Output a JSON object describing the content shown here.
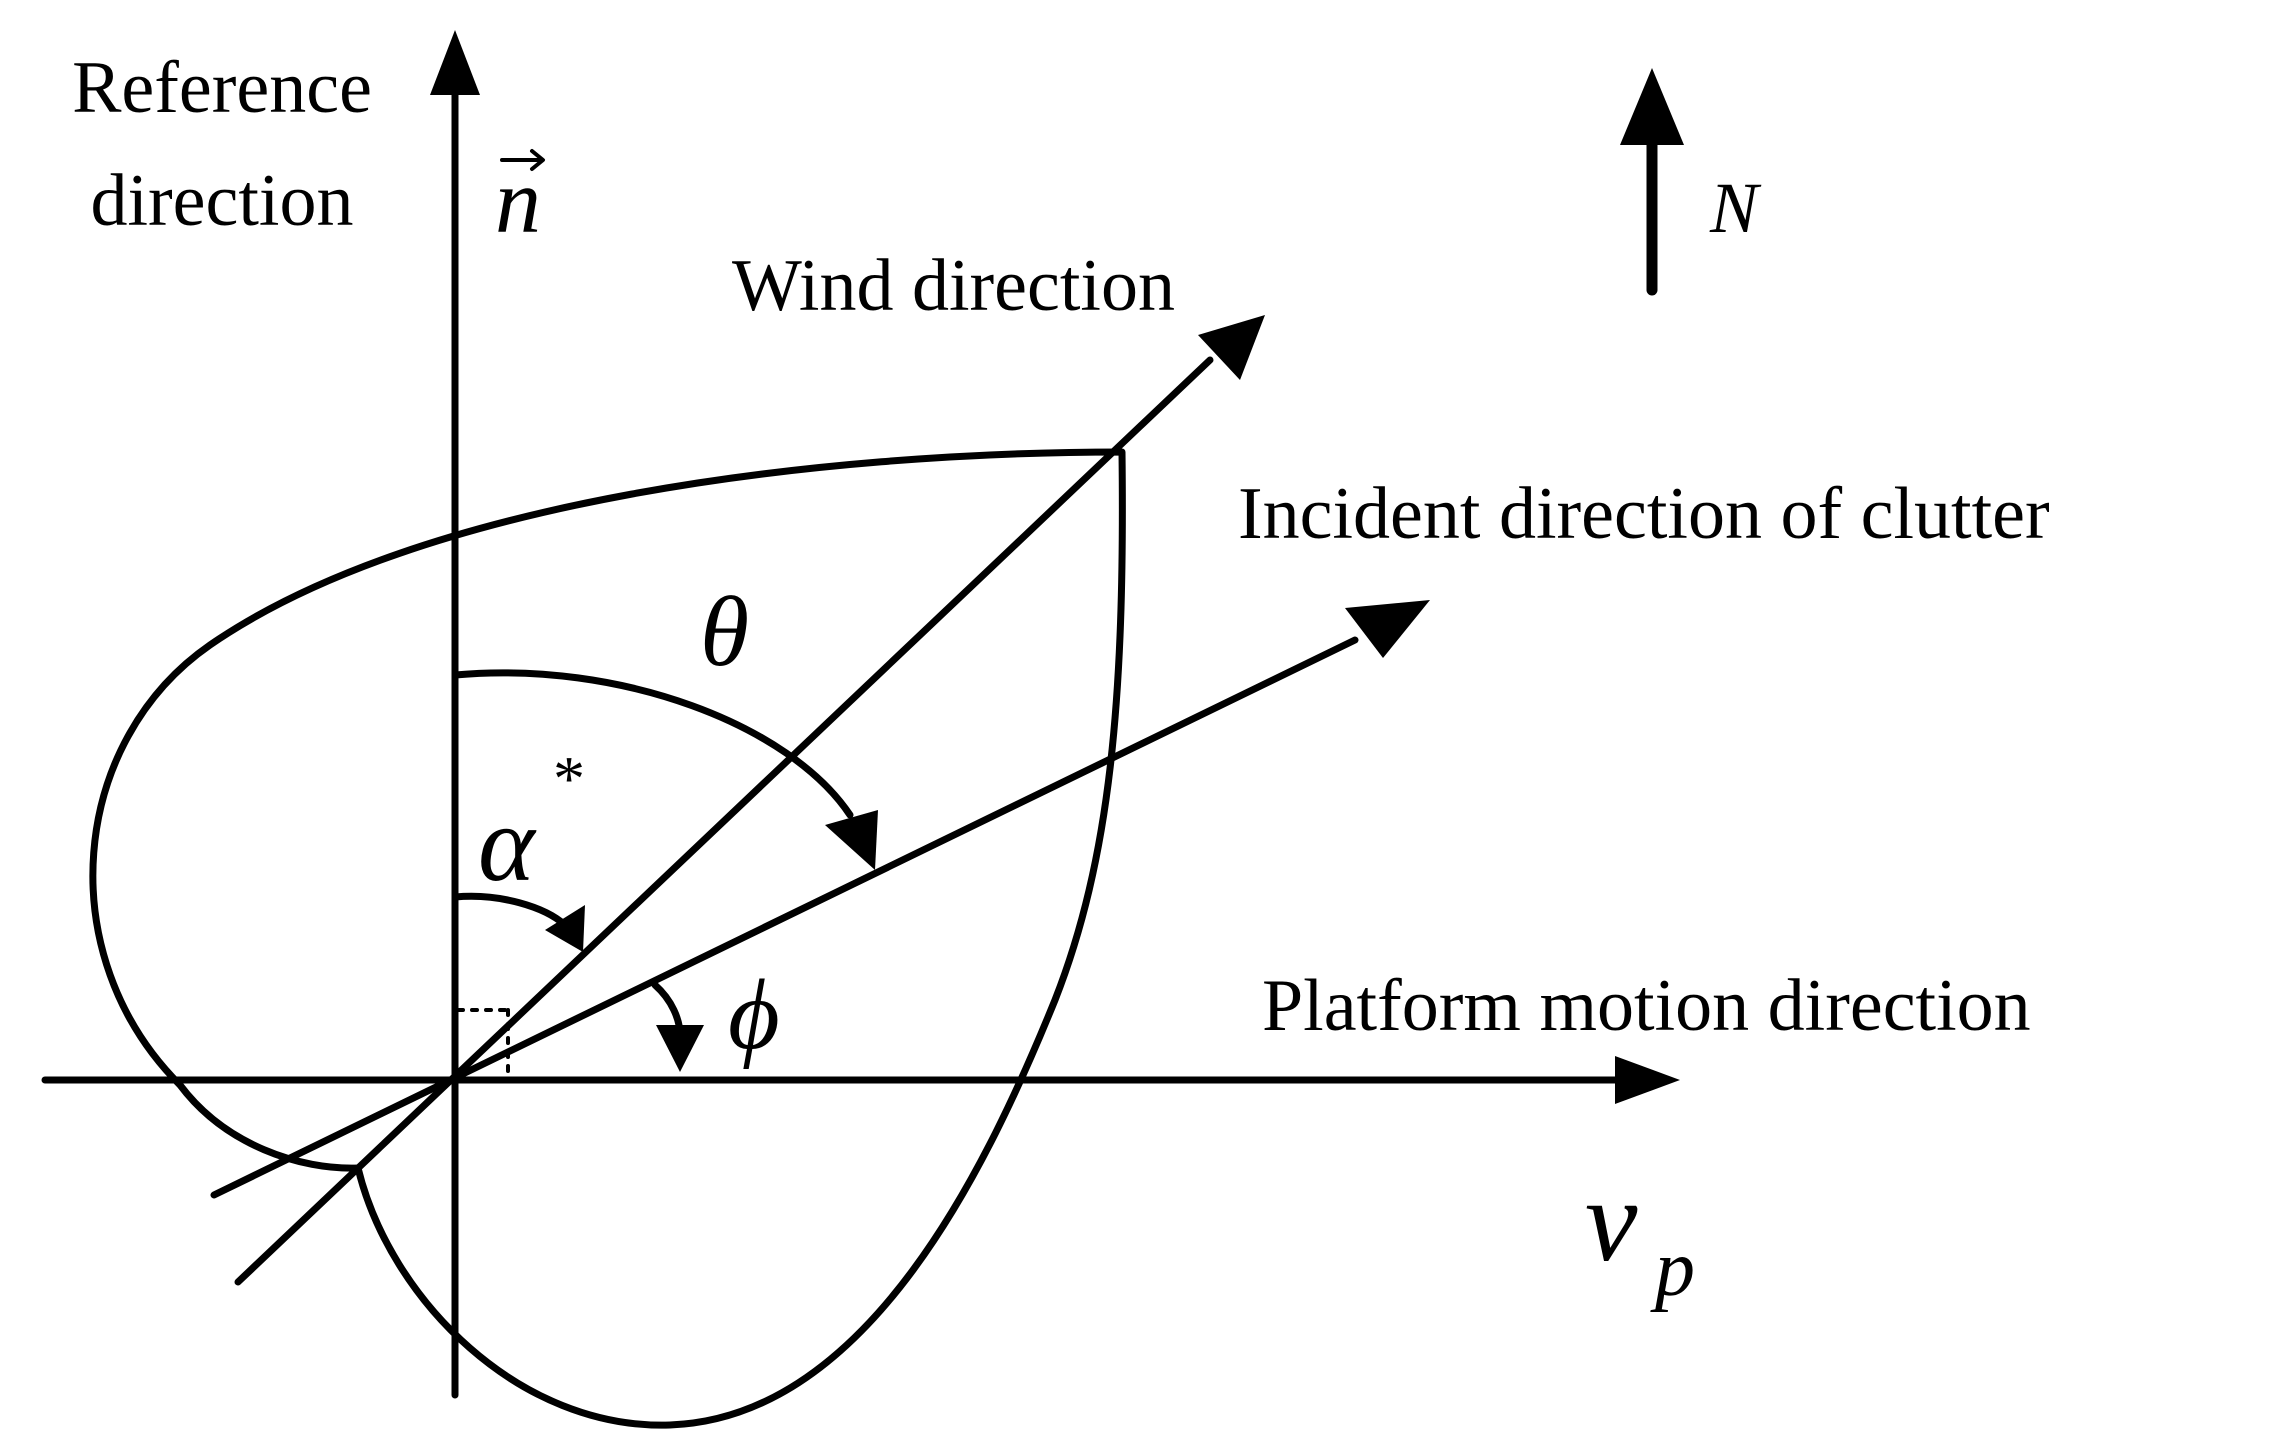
{
  "labels": {
    "reference_line1": "Reference",
    "reference_line2": "direction",
    "normal_vector": "n",
    "north": "N",
    "wind": "Wind direction",
    "incident": "Incident direction of clutter",
    "platform": "Platform motion direction"
  },
  "symbols": {
    "theta": "θ",
    "alpha": "α",
    "alpha_superscript": "*",
    "phi": "ϕ",
    "velocity": "v",
    "velocity_subscript": "p"
  },
  "colors": {
    "ink": "#000000",
    "background": "#ffffff"
  }
}
